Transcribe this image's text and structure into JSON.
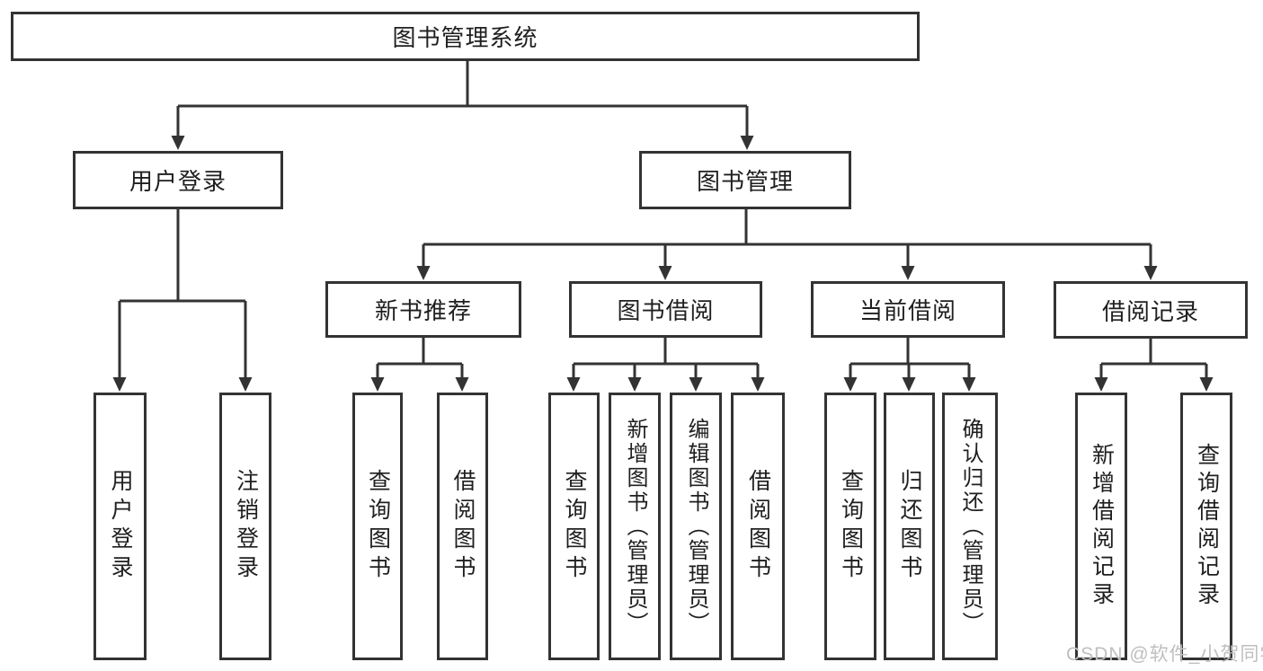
{
  "tree": {
    "root": {
      "label": "图书管理系统"
    },
    "branches": [
      {
        "label": "用户登录",
        "children": [
          "用户登录",
          "注销登录"
        ]
      },
      {
        "label": "图书管理",
        "children": [
          {
            "label": "新书推荐",
            "children": [
              "查询图书",
              "借阅图书"
            ]
          },
          {
            "label": "图书借阅",
            "children": [
              "查询图书",
              "新增图书（管理员）",
              "编辑图书（管理员）",
              "借阅图书"
            ]
          },
          {
            "label": "当前借阅",
            "children": [
              "查询图书",
              "归还图书",
              "确认归还（管理员）"
            ]
          },
          {
            "label": "借阅记录",
            "children": [
              "新增借阅记录",
              "查询借阅记录"
            ]
          }
        ]
      }
    ]
  },
  "watermark": {
    "text": "CSDN @软件_小贺同学",
    "color": "#bfbfbf"
  },
  "colors": {
    "line": "#333333",
    "box_border": "#333333",
    "text": "#1f1f1f",
    "background": "#ffffff"
  }
}
